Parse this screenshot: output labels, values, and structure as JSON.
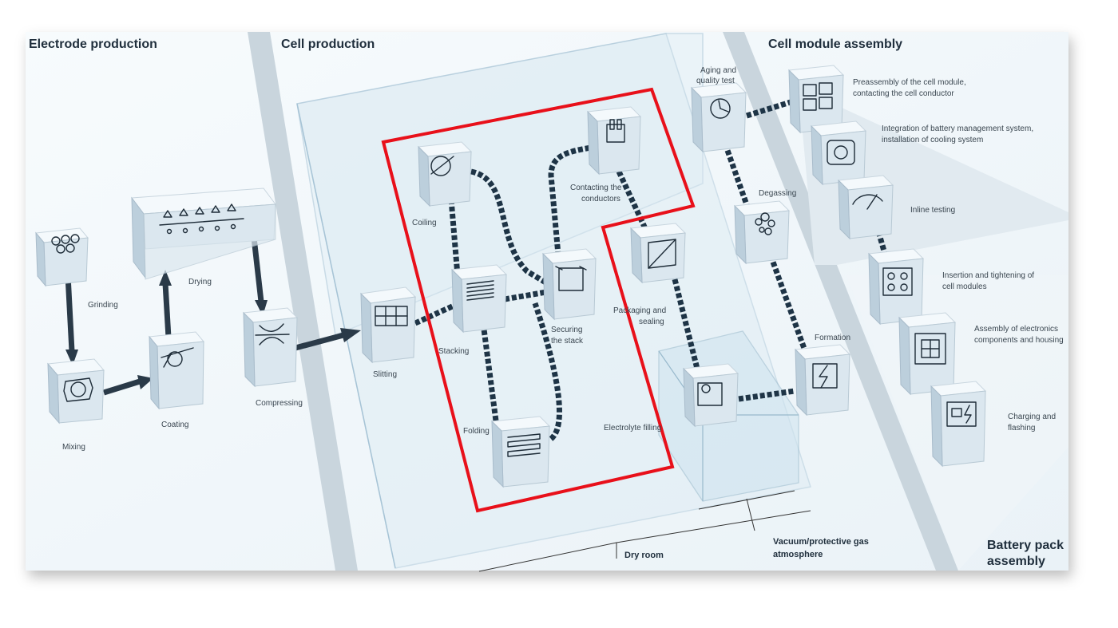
{
  "sections": {
    "electrode": "Electrode production",
    "cell": "Cell production",
    "module": "Cell module assembly",
    "pack_line1": "Battery pack",
    "pack_line2": "assembly"
  },
  "zones": {
    "dry_room": "Dry room",
    "vacuum_line1": "Vacuum/protective gas",
    "vacuum_line2": "atmosphere"
  },
  "steps": {
    "grinding": "Grinding",
    "mixing": "Mixing",
    "drying": "Drying",
    "coating": "Coating",
    "compressing": "Compressing",
    "slitting": "Slitting",
    "coiling": "Coiling",
    "stacking": "Stacking",
    "folding": "Folding",
    "securing_1": "Securing",
    "securing_2": "the stack",
    "contacting_1": "Contacting the",
    "contacting_2": "conductors",
    "packaging_1": "Packaging and",
    "packaging_2": "sealing",
    "electrolyte": "Electrolyte filling",
    "aging_1": "Aging and",
    "aging_2": "quality test",
    "degassing": "Degassing",
    "formation": "Formation",
    "preassembly_1": "Preassembly of the cell module,",
    "preassembly_2": "contacting the cell conductor",
    "integration_1": "Integration of battery management system,",
    "integration_2": "installation of cooling system",
    "inline": "Inline testing",
    "insertion_1": "Insertion and tightening of",
    "insertion_2": "cell modules",
    "electronics_1": "Assembly of electronics",
    "electronics_2": "components and housing",
    "charging_1": "Charging and",
    "charging_2": "flashing"
  },
  "colors": {
    "highlight": "#e8101a",
    "box_top": "#f4f9fc",
    "box_front": "#dbe7ef",
    "box_side": "#bccfdc",
    "belt": "#1e3446",
    "heading": "#1f2e3c"
  }
}
